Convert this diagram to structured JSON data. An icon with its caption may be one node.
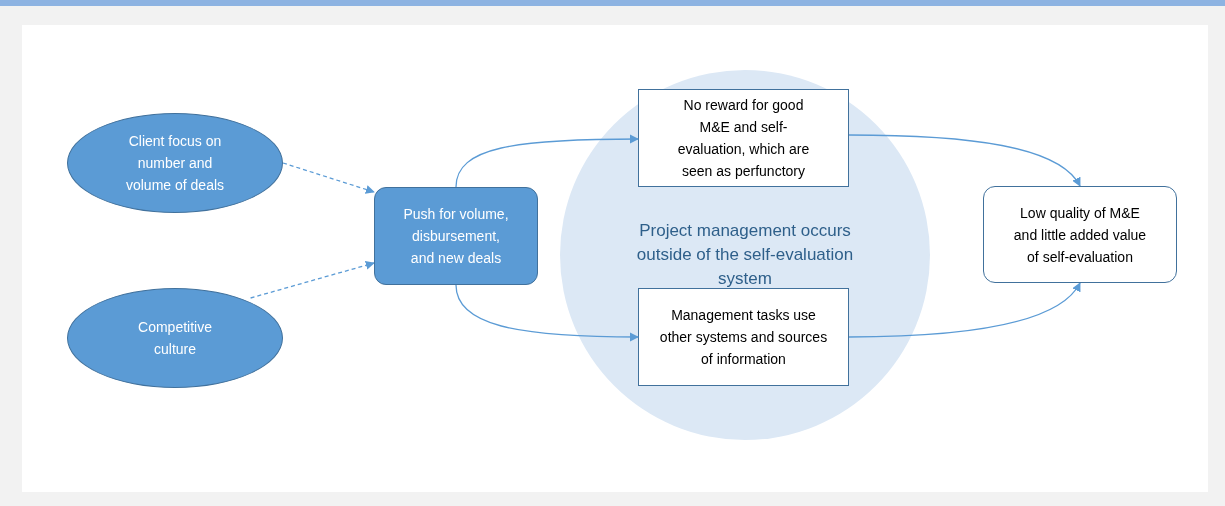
{
  "diagram": {
    "nodes": [
      {
        "text": [
          "Client focus on number and volume of deals"
        ]
      },
      {
        "text": [
          "Competitive culture"
        ]
      },
      {
        "text": [
          "Push for volume, disbursement, and new deals"
        ]
      },
      {
        "text": [
          "Project management occurs outside of the self-evaluation system"
        ]
      },
      {
        "text": [
          "No reward for good M&E and self-evaluation, which are seen as perfunctory"
        ],
        "in": 3
      },
      {
        "text": [
          "Management tasks use other systems and sources of information"
        ],
        "in": 3
      },
      {
        "text": [
          "Low quality of M&E and little added value of self-evaluation"
        ]
      }
    ],
    "edges": [
      {
        "from": 0,
        "to": 2,
        "arrow": "to",
        "style": "dashed"
      },
      {
        "from": 1,
        "to": 2,
        "arrow": "to",
        "style": "dashed"
      },
      {
        "from": 2,
        "to": 4,
        "arrow": "to"
      },
      {
        "from": 2,
        "to": 5,
        "arrow": "to"
      },
      {
        "from": 4,
        "to": 6,
        "arrow": "to"
      },
      {
        "from": 5,
        "to": 6,
        "arrow": "to"
      }
    ]
  }
}
